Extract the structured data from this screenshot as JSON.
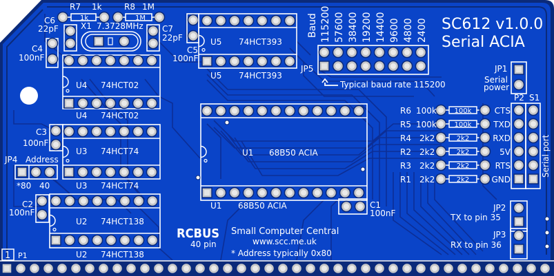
{
  "board": {
    "title": "SC612  v1.0.0",
    "subtitle": "Serial ACIA",
    "colors": {
      "background": "#ffffff",
      "copper": "#0a3fbf",
      "board_dark": "#0b2a7a",
      "trace": "#0d33a8",
      "silkscreen": "#ffffff",
      "pad": "#c8c8c8",
      "pad_hole": "#ffffff"
    }
  },
  "components": {
    "r7": {
      "ref": "R7",
      "value": "1k",
      "body": "1k"
    },
    "r8": {
      "ref": "R8",
      "value": "1M",
      "body": "1M"
    },
    "c6": {
      "ref": "C6",
      "value": "22pF"
    },
    "c7": {
      "ref": "C7",
      "value": "22pF"
    },
    "x1": {
      "ref": "X1",
      "value": "7.3728MHz"
    },
    "c4": {
      "ref": "C4",
      "value": "100nF"
    },
    "c5": {
      "ref": "C5",
      "value": "100nF"
    },
    "c3": {
      "ref": "C3",
      "value": "100nF"
    },
    "c2": {
      "ref": "C2",
      "value": "100nF"
    },
    "c1": {
      "ref": "C1",
      "value": "100nF"
    },
    "u4": {
      "ref": "U4",
      "value": "74HCT02"
    },
    "u5": {
      "ref": "U5",
      "value": "74HCT393"
    },
    "u3": {
      "ref": "U3",
      "value": "74HCT74"
    },
    "u2": {
      "ref": "U2",
      "value": "74HCT138"
    },
    "u1": {
      "ref": "U1",
      "value": "68B50 ACIA"
    },
    "jp4": {
      "ref": "JP4",
      "label": "Address",
      "options": [
        "*80",
        "40"
      ]
    },
    "jp5": {
      "ref": "JP5",
      "heading": "Baud",
      "rates": [
        "115200",
        "57600",
        "38400",
        "19200",
        "14400",
        "9600",
        "4800",
        "2400"
      ],
      "note": "Typical baud rate 115200"
    },
    "jp1": {
      "ref": "JP1",
      "label_line1": "Serial",
      "label_line2": "power"
    },
    "jp2": {
      "ref": "JP2",
      "label": "TX to pin 35"
    },
    "jp3": {
      "ref": "JP3",
      "label": "RX to pin 36"
    },
    "p1": {
      "ref": "P1",
      "pin1": "1"
    },
    "p2": {
      "ref": "P2"
    },
    "s1": {
      "ref": "S1",
      "label": "Serial port"
    }
  },
  "resistors": [
    {
      "ref": "R6",
      "value": "100k",
      "body": "100k",
      "signal": "CTS"
    },
    {
      "ref": "R5",
      "value": "100k",
      "body": "100k",
      "signal": "TXD"
    },
    {
      "ref": "R4",
      "value": "2k2",
      "body": "2k2",
      "signal": "RXD"
    },
    {
      "ref": "R2",
      "value": "2k2",
      "body": "2k2",
      "signal": "5V"
    },
    {
      "ref": "R3",
      "value": "2k2",
      "body": "2k2",
      "signal": "RTS"
    },
    {
      "ref": "R1",
      "value": "2k2",
      "body": "2k2",
      "signal": "GND"
    }
  ],
  "branding": {
    "logo": "RCBUS",
    "logo_sub": "40 pin",
    "company": "Small Computer Central",
    "url": "www.scc.me.uk",
    "footnote": "* Address typically 0x80"
  }
}
